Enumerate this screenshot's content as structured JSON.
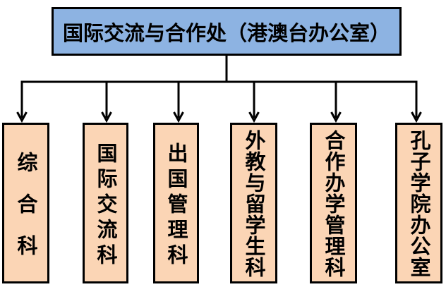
{
  "org_chart": {
    "header": {
      "label": "国际交流与合作处（港澳台办公室）"
    },
    "departments": [
      {
        "label": "综合科"
      },
      {
        "label": "国际交流科"
      },
      {
        "label": "出国管理科"
      },
      {
        "label": "外教与留学生科"
      },
      {
        "label": "合作办学管理科"
      },
      {
        "label": "孔子学院办公室"
      }
    ]
  },
  "colors": {
    "background": "#FFFFFF",
    "header_fill": "#8DB3E2",
    "department_fill": "#FBD5B5",
    "outline": "#000000",
    "text": "#000000"
  }
}
